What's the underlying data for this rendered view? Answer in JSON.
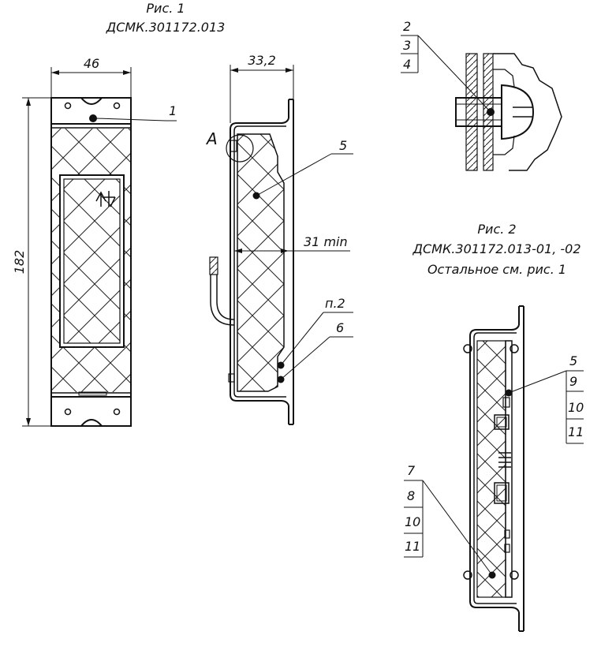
{
  "fig1": {
    "caption": "Рис. 1",
    "designation": "ДСМК.301172.013",
    "dim_width": "46",
    "dim_height": "182",
    "dim_depth": "33,2",
    "dim_min": "31 min",
    "view_label": "A",
    "callout_1": "1",
    "callout_5": "5",
    "callout_p2": "п.2",
    "callout_6": "6"
  },
  "detail_a": {
    "callouts": [
      "2",
      "3",
      "4"
    ]
  },
  "fig2": {
    "caption": "Рис. 2",
    "designation": "ДСМК.301172.013-01, -02",
    "note": "Остальное см. рис. 1",
    "callouts_right": [
      "5",
      "9",
      "10",
      "11"
    ],
    "callouts_left": [
      "7",
      "8",
      "10",
      "11"
    ]
  }
}
